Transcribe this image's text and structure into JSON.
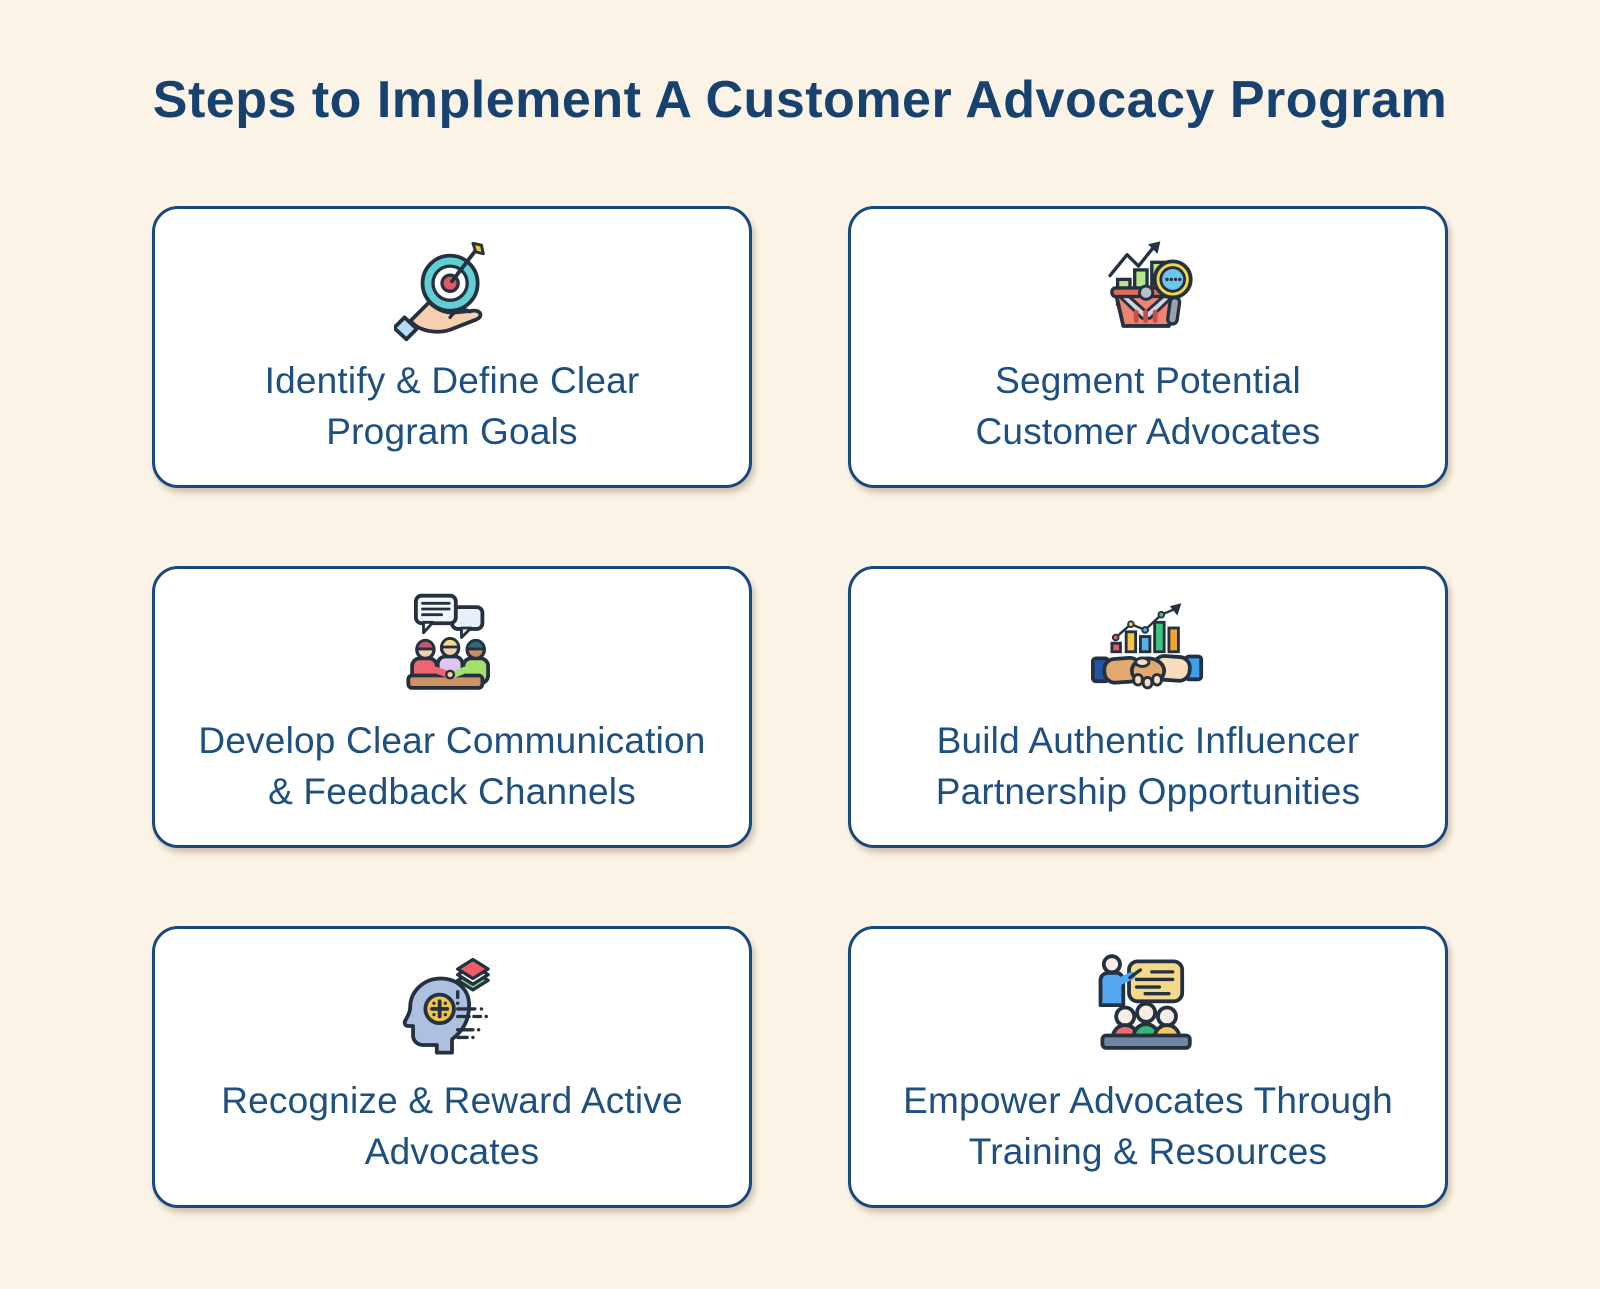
{
  "page": {
    "title": "Steps to Implement A Customer Advocacy Program",
    "background_color": "#fbf3e6"
  },
  "theme": {
    "card_background": "#ffffff",
    "card_border_color": "#16497d",
    "card_text_color": "#1d4f80",
    "title_color": "#17426f",
    "icon_outline_color": "#243140"
  },
  "cards": [
    {
      "icon": "target-in-hand-icon",
      "line1": "Identify & Define Clear",
      "line2": "Program Goals"
    },
    {
      "icon": "market-analysis-magnifier-icon",
      "line1": "Segment Potential",
      "line2": "Customer Advocates"
    },
    {
      "icon": "team-discussion-icon",
      "line1": "Develop Clear Communication",
      "line2": "& Feedback Channels"
    },
    {
      "icon": "handshake-growth-chart-icon",
      "line1": "Build Authentic Influencer",
      "line2": "Partnership Opportunities"
    },
    {
      "icon": "mind-rewards-icon",
      "line1": "Recognize & Reward Active",
      "line2": "Advocates"
    },
    {
      "icon": "training-presentation-icon",
      "line1": "Empower Advocates Through",
      "line2": "Training & Resources"
    }
  ]
}
